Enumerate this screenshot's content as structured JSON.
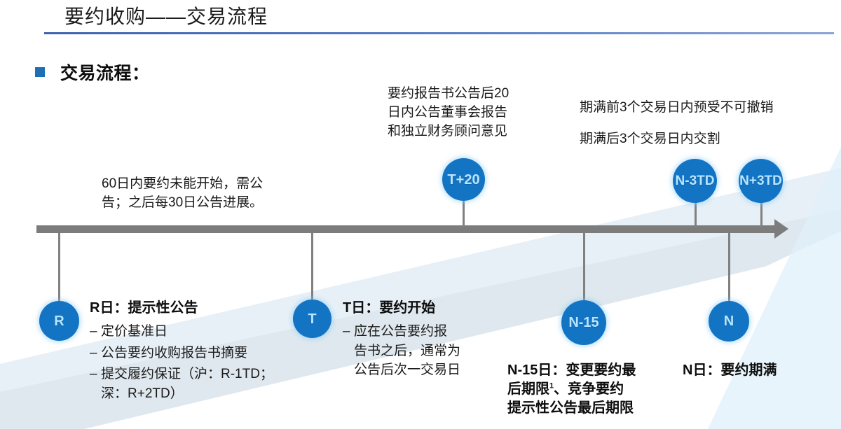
{
  "header": {
    "title": "要约收购——交易流程",
    "rule_color": "#4a6fbf"
  },
  "section": {
    "bullet_color": "#1f6fb5",
    "label": "交易流程："
  },
  "timeline": {
    "axis_color": "#7c7c7c",
    "node_color": "#1474c4",
    "node_label_color": "#b8e6ff",
    "nodes": [
      {
        "id": "R",
        "label": "R",
        "position": "below"
      },
      {
        "id": "T",
        "label": "T",
        "position": "below"
      },
      {
        "id": "T20",
        "label": "T+20",
        "position": "above"
      },
      {
        "id": "N15",
        "label": "N-15",
        "position": "below"
      },
      {
        "id": "N3TD",
        "label": "N-3TD",
        "position": "above"
      },
      {
        "id": "N",
        "label": "N",
        "position": "below"
      },
      {
        "id": "Nplus3TD",
        "label": "N+3TD",
        "position": "above"
      }
    ]
  },
  "annotations": [
    {
      "id": "anno-60day",
      "text": "60日内要约未能开始，需公\n告；之后每30日公告进展。"
    },
    {
      "id": "anno-t20",
      "text": "要约报告书公告后20\n日内公告董事会报告\n和独立财务顾问意见"
    },
    {
      "id": "anno-n3td-1",
      "text": "期满前3个交易日内预受不可撤销"
    },
    {
      "id": "anno-n3td-2",
      "text": "期满后3个交易日内交割"
    }
  ],
  "details": {
    "r": {
      "title": "R日：提示性公告",
      "items": [
        "定价基准日",
        "公告要约收购报告书摘要",
        "提交履约保证（沪：R-1TD；\n深：R+2TD）"
      ]
    },
    "t": {
      "title": "T日：要约开始",
      "items": [
        "应在公告要约报\n告书之后，通常为\n公告后次一交易日"
      ]
    },
    "n15": {
      "title_part1": "N-15日：变更要约最\n后期限",
      "title_sup": "1",
      "title_part2": "、竞争要约\n提示性公告最后期限"
    },
    "n": {
      "title": "N日：要约期满"
    }
  }
}
